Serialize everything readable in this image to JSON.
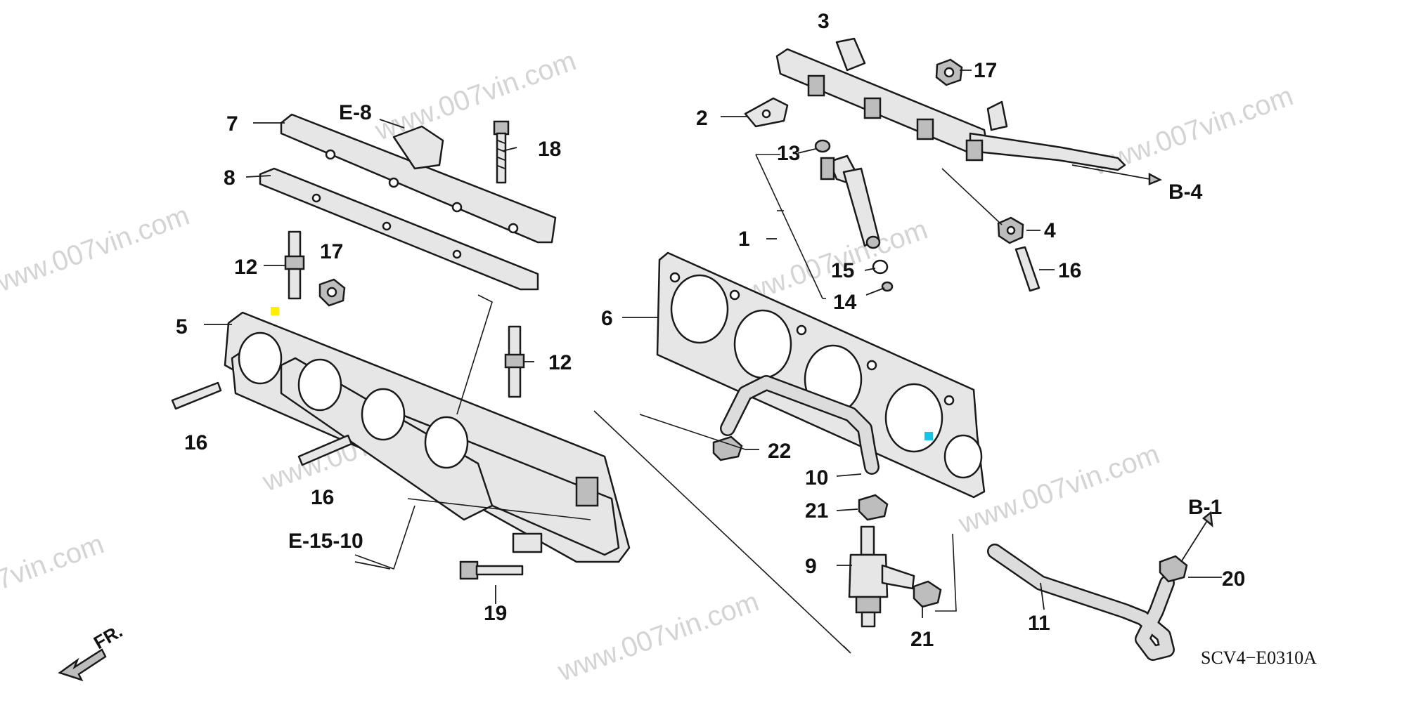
{
  "diagram": {
    "callouts": [
      "1",
      "2",
      "3",
      "4",
      "5",
      "6",
      "7",
      "8",
      "9",
      "10",
      "11",
      "12",
      "12",
      "13",
      "14",
      "15",
      "16",
      "16",
      "16",
      "17",
      "17",
      "18",
      "19",
      "20",
      "21",
      "21",
      "22"
    ],
    "refs": [
      "E-8",
      "B-4",
      "E-15-10",
      "B-1"
    ],
    "fr_label": "FR.",
    "diagram_code": "SCV4−E0310A",
    "watermark": "www.007vin.com",
    "watermark_partial": "7vin.com",
    "marker_colors": {
      "yellow": "#ffee00",
      "cyan": "#17c4e8"
    }
  }
}
